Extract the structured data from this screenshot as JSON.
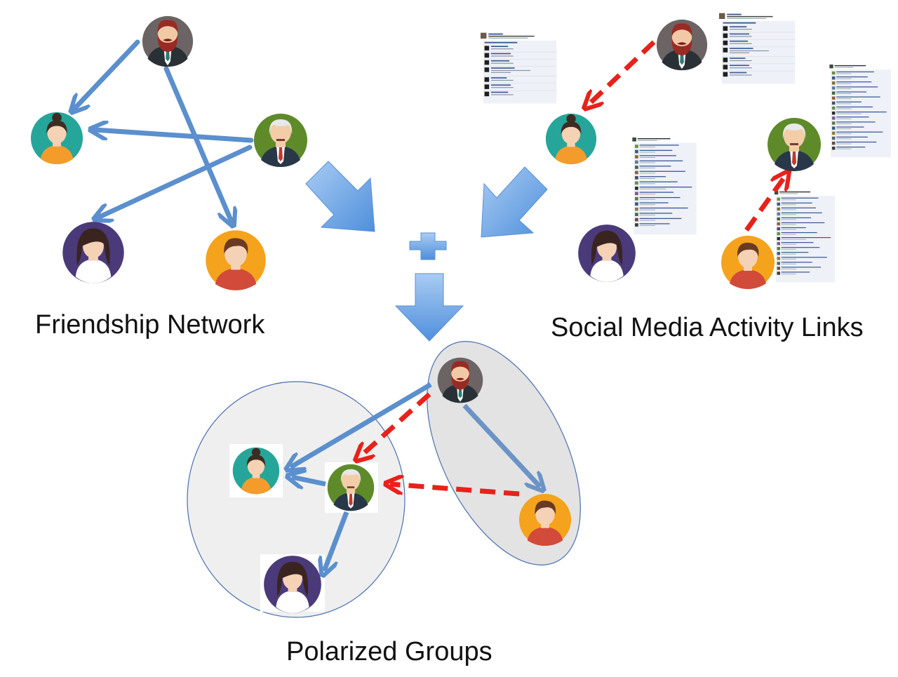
{
  "captions": {
    "friendship": "Friendship Network",
    "social": "Social Media Activity Links",
    "polarized": "Polarized Groups"
  },
  "people": {
    "bearded_man": "bearded-man-avatar",
    "teal_woman": "woman-teal-avatar",
    "elderly_man": "elderly-man-avatar",
    "purple_woman": "woman-purple-avatar",
    "young_man": "young-man-avatar"
  },
  "colors": {
    "friendship_link": "#5b8fcd",
    "activity_link": "#e8211a",
    "group_fill": "#efefef",
    "group_stroke": "#4a6fb0",
    "flow_arrow": "#6aa3e6"
  },
  "icons": {
    "plus": "plus-icon",
    "merge_left": "arrow-down-right-icon",
    "merge_right": "arrow-down-left-icon",
    "merge_down": "arrow-down-icon"
  }
}
